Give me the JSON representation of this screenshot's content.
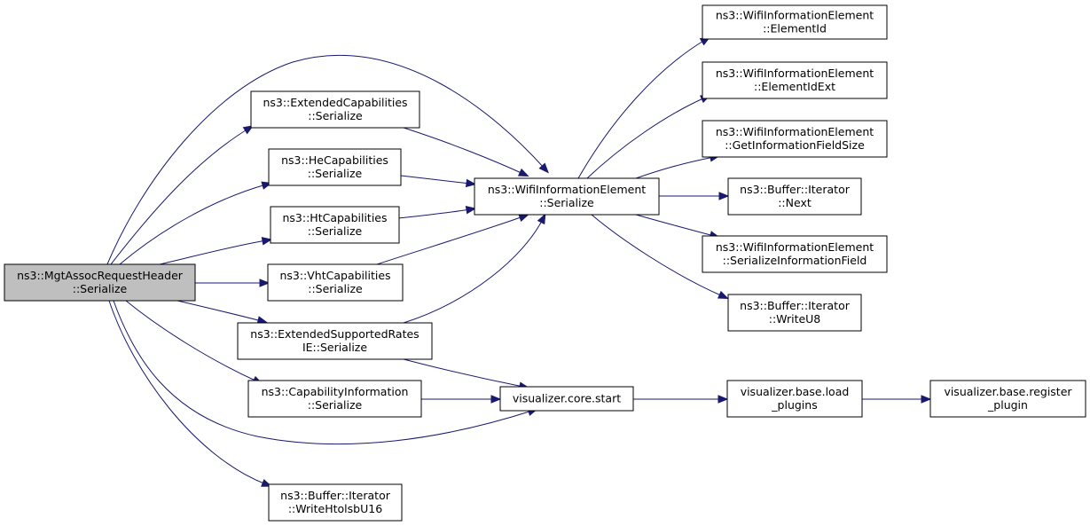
{
  "graph": {
    "nodes": {
      "root": [
        "ns3::MgtAssocRequestHeader",
        "::Serialize"
      ],
      "ext_cap": [
        "ns3::ExtendedCapabilities",
        "::Serialize"
      ],
      "he_cap": [
        "ns3::HeCapabilities",
        "::Serialize"
      ],
      "ht_cap": [
        "ns3::HtCapabilities",
        "::Serialize"
      ],
      "vht_cap": [
        "ns3::VhtCapabilities",
        "::Serialize"
      ],
      "ext_rates": [
        "ns3::ExtendedSupportedRates",
        "IE::Serialize"
      ],
      "cap_info": [
        "ns3::CapabilityInformation",
        "::Serialize"
      ],
      "write_htolsb": [
        "ns3::Buffer::Iterator",
        "::WriteHtolsbU16"
      ],
      "wie_serialize": [
        "ns3::WifiInformationElement",
        "::Serialize"
      ],
      "vis_start": [
        "visualizer.core.start"
      ],
      "wie_elementid": [
        "ns3::WifiInformationElement",
        "::ElementId"
      ],
      "wie_elementidext": [
        "ns3::WifiInformationElement",
        "::ElementIdExt"
      ],
      "wie_getsize": [
        "ns3::WifiInformationElement",
        "::GetInformationFieldSize"
      ],
      "buf_next": [
        "ns3::Buffer::Iterator",
        "::Next"
      ],
      "wie_serfield": [
        "ns3::WifiInformationElement",
        "::SerializeInformationField"
      ],
      "buf_writeu8": [
        "ns3::Buffer::Iterator",
        "::WriteU8"
      ],
      "vis_load": [
        "visualizer.base.load",
        "_plugins"
      ],
      "vis_register": [
        "visualizer.base.register",
        "_plugin"
      ]
    },
    "edges": [
      [
        "root",
        "wie_serialize"
      ],
      [
        "root",
        "ext_cap"
      ],
      [
        "root",
        "he_cap"
      ],
      [
        "root",
        "ht_cap"
      ],
      [
        "root",
        "vht_cap"
      ],
      [
        "root",
        "ext_rates"
      ],
      [
        "root",
        "cap_info"
      ],
      [
        "root",
        "vis_start"
      ],
      [
        "root",
        "write_htolsb"
      ],
      [
        "ext_cap",
        "wie_serialize"
      ],
      [
        "he_cap",
        "wie_serialize"
      ],
      [
        "ht_cap",
        "wie_serialize"
      ],
      [
        "vht_cap",
        "wie_serialize"
      ],
      [
        "ext_rates",
        "wie_serialize"
      ],
      [
        "ext_rates",
        "vis_start"
      ],
      [
        "cap_info",
        "vis_start"
      ],
      [
        "wie_serialize",
        "wie_elementid"
      ],
      [
        "wie_serialize",
        "wie_elementidext"
      ],
      [
        "wie_serialize",
        "wie_getsize"
      ],
      [
        "wie_serialize",
        "buf_next"
      ],
      [
        "wie_serialize",
        "wie_serfield"
      ],
      [
        "wie_serialize",
        "buf_writeu8"
      ],
      [
        "vis_start",
        "vis_load"
      ],
      [
        "vis_load",
        "vis_register"
      ]
    ],
    "colors": {
      "edge": "#191970",
      "root_fill": "#bfbfbf",
      "node_fill": "#ffffff",
      "node_border": "#000000"
    }
  }
}
